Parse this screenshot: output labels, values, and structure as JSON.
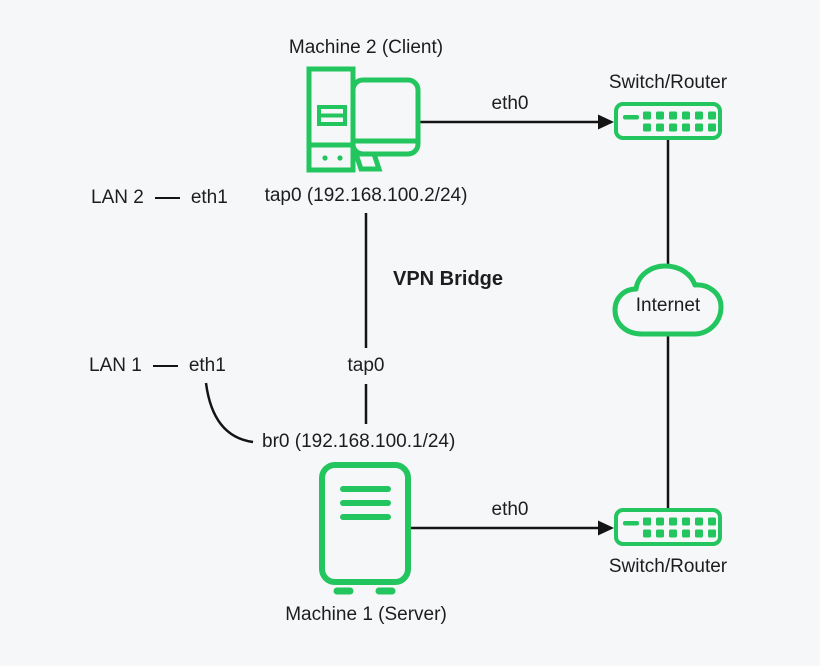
{
  "diagram": {
    "title": "VPN Bridge",
    "machine2": {
      "title": "Machine 2 (Client)",
      "tap_interface": "tap0 (192.168.100.2/24)"
    },
    "machine1": {
      "title": "Machine 1 (Server)",
      "bridge_interface": "br0 (192.168.100.1/24)"
    },
    "lan2": {
      "name": "LAN 2",
      "interface": "eth1"
    },
    "lan1": {
      "name": "LAN 1",
      "interface": "eth1"
    },
    "tap_midpoint": "tap0",
    "internet": "Internet",
    "top_link": "eth0",
    "bottom_link": "eth0",
    "top_switch": "Switch/Router",
    "bottom_switch": "Switch/Router"
  },
  "colors": {
    "accent_green": "#22C55E",
    "connector_black": "#141414",
    "text": "#1D1D1F",
    "background": "#F6F7F8"
  }
}
